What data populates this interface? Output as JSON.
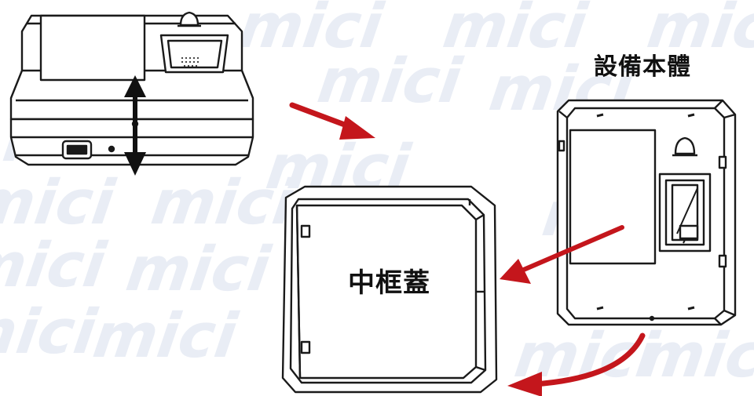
{
  "labels": {
    "device_body": "設備本體",
    "middle_frame_cover": "中框蓋"
  },
  "watermark": {
    "text": "mici",
    "color": "#e9edf5"
  },
  "colors": {
    "arrow": "#c4161c",
    "line": "#1a1a1a"
  },
  "icons": [
    "up-down-arrow-icon",
    "bell-icon",
    "fingerprint-sensor-icon",
    "usb-port-icon"
  ]
}
